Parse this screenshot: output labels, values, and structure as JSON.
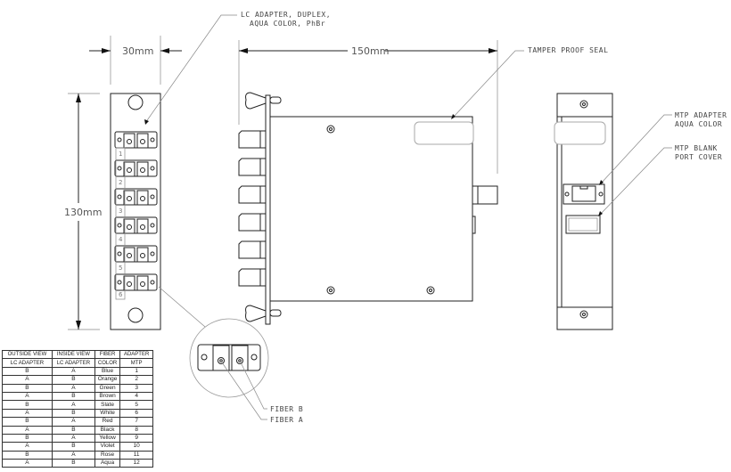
{
  "dimensions": {
    "width": "30mm",
    "height": "130mm",
    "depth": "150mm"
  },
  "callouts": {
    "lc_adapter_line1": "LC ADAPTER, DUPLEX,",
    "lc_adapter_line2": "AQUA COLOR, PhBr",
    "tamper_seal": "TAMPER PROOF SEAL",
    "mtp_adapter_line1": "MTP ADAPTER",
    "mtp_adapter_line2": "AQUA COLOR",
    "mtp_blank_line1": "MTP BLANK",
    "mtp_blank_line2": "PORT COVER",
    "fiber_b": "FIBER B",
    "fiber_a": "FIBER A"
  },
  "port_numbers": [
    "1",
    "2",
    "3",
    "4",
    "5",
    "6"
  ],
  "table": {
    "headers_row1": [
      "OUTSIDE VIEW",
      "INSIDE VIEW",
      "FIBER",
      "ADAPTER"
    ],
    "headers_row2": [
      "LC ADAPTER",
      "LC ADAPTER",
      "COLOR",
      "MTP"
    ],
    "rows": [
      [
        "B",
        "A",
        "Blue",
        "1"
      ],
      [
        "A",
        "B",
        "Orange",
        "2"
      ],
      [
        "B",
        "A",
        "Green",
        "3"
      ],
      [
        "A",
        "B",
        "Brown",
        "4"
      ],
      [
        "B",
        "A",
        "Slate",
        "5"
      ],
      [
        "A",
        "B",
        "White",
        "6"
      ],
      [
        "B",
        "A",
        "Red",
        "7"
      ],
      [
        "A",
        "B",
        "Black",
        "8"
      ],
      [
        "B",
        "A",
        "Yellow",
        "9"
      ],
      [
        "A",
        "B",
        "Violet",
        "10"
      ],
      [
        "B",
        "A",
        "Rose",
        "11"
      ],
      [
        "A",
        "B",
        "Aqua",
        "12"
      ]
    ]
  }
}
